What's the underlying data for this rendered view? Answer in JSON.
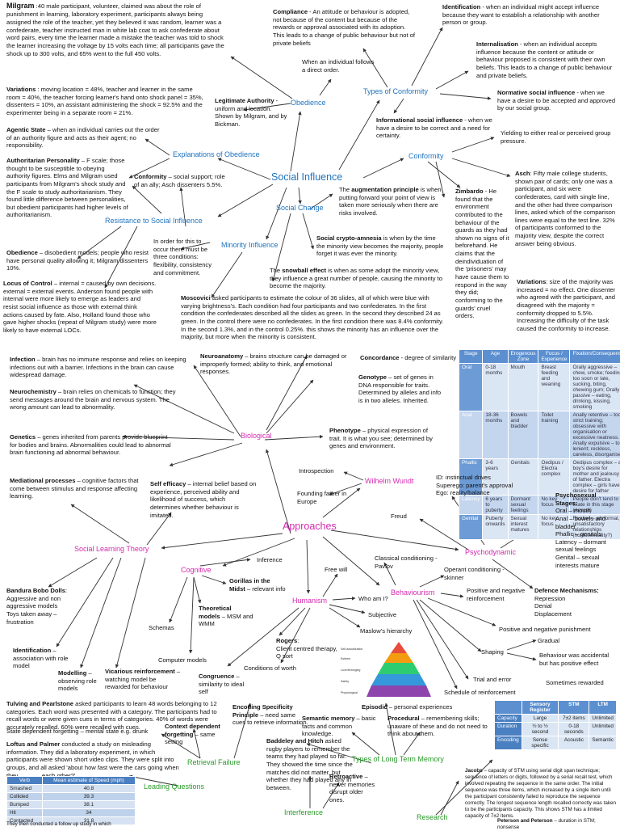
{
  "hubs": {
    "social_influence": "Social Influence",
    "obedience": "Obedience",
    "types_of_conformity": "Types of Conformity",
    "conformity": "Conformity",
    "explanations_of_obedience": "Explanations of Obedience",
    "resistance": "Resistance to Social Influence",
    "social_change": "Social Change",
    "minority_influence": "Minority Influence",
    "biological": "Biological",
    "wilhelm_wundt": "Wilhelm Wundt",
    "approaches": "Approaches",
    "social_learning_theory": "Social Learning Theory",
    "psychodynamic": "Psychodynamic",
    "cognitive": "Cognitive",
    "humanism": "Humanism",
    "behaviourism": "Behaviourism",
    "retrieval_failure": "Retrieval Failure",
    "leading_questions": "Leading Questions",
    "types_of_ltm": "Types of Long Term Memory",
    "interference": "Interference",
    "research": "Research"
  },
  "notes": {
    "milgram_title": "Milgram",
    "milgram_text": " :40 male participant, volunteer, claimed was about the role of punishment in learning, laboratory experiment, participants always being assigned the role of the teacher, yet they believed it was random, learner was a confederate, teacher instructed man in white lab coat to ask confederate about word pairs, every time the learner made a mistake the teacher was told to shock the learner increasing the voltage by 15 volts each time; all participants gave the shock up to 300 volts, and 65% went to the full 450 volts.",
    "compliance_title": "Compliance",
    "compliance_text": " - An attitude or behaviour is adopted, not because of the content but because of the rewards or approval associated with its adoption. This leads to a change of public behaviour but not of private beliefs",
    "identification_title": "Identification",
    "identification_text": " - when an individual might accept influence because they want to establish a relationship with another person or group.",
    "direct_order": "When an individual follows a direct order.",
    "internalisation_title": "Internalisation",
    "internalisation_text": " - when an individual accepts influence because the content or attitude or behaviour proposed is consistent with their own beliefs. This leads to a change of public behaviour and private beliefs.",
    "normative_title": "Normative social influence",
    "normative_text": " - when we have a desire to be accepted and approved by our social group.",
    "variations_title": "Variations",
    "variations_text": " : moving location = 48%, teacher and learner in the same room = 40%, the teacher forcing learner's hand onto shock panel = 35%, dissenters = 10%, an assistant administering the shock = 92.5% and the experimenter being in a separate room = 21%.",
    "legit_title": "Legitimate Authority",
    "legit_text": " - uniform and location. Shown by Milgram, and by Bickman.",
    "informational_title": "Informational social influence",
    "informational_text": " - when we have a desire to be correct and a need for certainty.",
    "agentic_title": "Agentic State",
    "agentic_text": " – when an individual carries out the order of an authority figure and acts as their agent; no responsibility.",
    "yielding": "Yielding to either real or perceived group pressure.",
    "authoritarian_title": "Authoritarian Personality",
    "authoritarian_text": " – F scale; those thought to be susceptible to obeying authority figures. Elms and Milgram used participants from Milgram's shock study and the F scale to study authoritarianism. They found little difference between personalities, but obedient participants had higher levels of authoritarianism.",
    "conf_social_title": "Conformity",
    "conf_social_text": " – social support; role of an ally; Asch dissenters 5.5%.",
    "asch_title": "Asch",
    "asch_text": ": Fifty male college students, shown pair of cards; only one was a participant, and six were confederates, card with single line, and the other had three comparison lines, asked which of the comparison lines were equal to the test line. 32% of participants conformed to the majority view, despite the correct answer being obvious.",
    "augmentation_pre": "The ",
    "augmentation_title": "augmentation principle",
    "augmentation_text": " is when putting forward your point of view is taken more seriously when there are risks involved.",
    "zimbardo_title": "Zimbardo",
    "zimbardo_text": " - He found that the environment contributed to the behaviour of the guards as they had shown no signs of it beforehand. He claims that the deindividuation of the 'prisoners' may have cause them to respond in the way they did; conforming to the guards' cruel orders.",
    "crypto_title": "Social crypto-amnesia",
    "crypto_text": " is when by the time the minority view becomes the majority, people forget it was ever the minority.",
    "obedience_title": "Obedience",
    "obedience_text": " – disobedient models; people who resist have personal quality allowing it; Milgram dissenters 10%.",
    "minority_conditions": "In order for this to occur there must be three conditions: flexibility, consistency and commitment.",
    "snowball_pre": "The ",
    "snowball_title": "snowball effect",
    "snowball_text": " is when as some adopt the minority view, they influence a great number of people, causing the minority to become the majority.",
    "asch_var_title": "Variations",
    "asch_var_text": ": size of the majority was increased = no effect. One dissenter who agreed with the participant, and disagreed with the majority = conformity dropped to 5.5%. Increasing the difficulty of the task caused the conformity to increase.",
    "locus_title": "Locus of Control",
    "locus_text": " – internal = caused by own decisions. external = external events. Anderson found people with internal were more likely to emerge as leaders and resist social influence as those with external think actions caused by fate. Also, Holland found those who gave higher shocks (repeat of Milgram study) were more likely to have external LOCs.",
    "moscovici_title": "Moscovici",
    "moscovici_text": " asked participants to estimate the colour of 36 slides, all of which were blue with varying brightness's. Each condition had four participants and two confederates. In the first condition the confederates described all the slides as green. In the second they described 24 as green. In the control there were no confederates. In the first condition there was 8.4% conformity. In the second 1.3%, and in the control 0.25%. this shows the minority has an influence over the majority, but more when the minority is consistent.",
    "infection_title": "Infection",
    "infection_text": " – brain has no immune response and relies on keeping infections out with a barrier. Infections in the brain can cause widespread damage.",
    "neuroanatomy_title": "Neuroanatomy",
    "neuroanatomy_text": " – brains structure can be damaged or improperly formed; ability to think, and emotional responses.",
    "concordance_title": "Concordance",
    "concordance_text": " - degree of similarity",
    "genotype_title": "Genotype",
    "genotype_text": " – set of genes in DNA responsible for traits. Determined by alleles and info is in two alleles. Inherited.",
    "neurochem_title": "Neurochemistry",
    "neurochem_text": " – brain relies on chemicals to function; they send messages around the brain and nervous system. The wrong amount can lead to abnormality.",
    "genetics_title": "Genetics",
    "genetics_text": " – genes inherited from parents provide blueprint for bodies and brains. Abnormalities could lead to abnormal brain functioning ad abnormal behaviour.",
    "phenotype_title": "Phenotype",
    "phenotype_text": " – physical expression of trait. It is what you see; determined by genes and environment.",
    "introspection": "Introspection",
    "founding_father": "Founding father in Europe",
    "psychodynamic_ids": "ID: instinctual drives\nSuperego: parent's approval\nEgo: reality/balance",
    "mediational_title": "Mediational processes",
    "mediational_text": " – cognitive factors that come between stimulus and response affecting learning.",
    "selfefficacy_title": "Self efficacy",
    "selfefficacy_text": " – internal belief based on experience, perceived ability and likelihood of success, which determines whether behaviour is imitated.",
    "psychosexual_title": "Psychosexual Stages:",
    "psychosexual_text": "Oral – mouth\nAnal – bowels and bladder\nPhallic – genitals\nLatency – dormant sexual feelings\nGenital – sexual interests mature",
    "freud": "Freud",
    "inference": "Inference",
    "classical": "Classical conditioning - Pavlov",
    "free_will": "Free will",
    "operant": "Operant conditioning - skinner",
    "gorillas_title": "Gorillas in the Midst",
    "gorillas_text": " – relevant info",
    "bobo_title": "Bandura Bobo Dolls",
    "bobo_text": ":\nAggressive and non aggressive models\nToys taken away – frustration",
    "who_am_i": "Who am I?",
    "pos_neg_reinf": "Positive and negative reinforcement",
    "defence_title": "Defence Mechanisms:",
    "defence_text": "Repression\nDenial\nDisplacement",
    "theoretical_title": "Theoretical models",
    "theoretical_text": " – MSM and WMM",
    "schemas": "Schemas",
    "subjective": "Subjective",
    "maslow": "Maslow's hierarchy",
    "pos_neg_pun": "Positive and negative punishment",
    "gradual": "Gradual",
    "rogers_title": "Rogers",
    "rogers_text": ":\nClient centred therapy, Q sort",
    "identification2_title": "Identification",
    "identification2_text": " – association with role model",
    "computer_models": "Computer models",
    "shaping": "Shaping",
    "accidental": "Behaviour was accidental but has positive effect",
    "conditions_worth": "Conditions of worth",
    "modelling_title": "Modelling",
    "modelling_text": " – observing role models",
    "vicarious_title": "Vicarious reinforcement",
    "vicarious_text": " – watching model be rewarded for behaviour",
    "congruence_title": "Congruence",
    "congruence_text": " – similarity to ideal self",
    "trial_error": "Trial and error",
    "sometimes_rewarded": "Sometimes rewarded",
    "schedule": "Schedule of reinforcement",
    "tulving_title": "Tulving and Pearlstone",
    "tulving_text": " asked participants to learn 48 words belonging to 12 categories. Each word was presented with a category. The participants had to recall words or were given cues in terms of categories. 40% of words were accurately recalled. 60% were recalled with cues.",
    "encoding_title": "Encoding Specificity Principle",
    "encoding_text": " – need same cues to retrieve information.",
    "episodic_title": "Episodic",
    "episodic_text": " – personal experiences",
    "semantic_title": "Semantic memory",
    "semantic_text": " – basic facts and common knowledge.",
    "procedural_title": "Procedural",
    "procedural_text": " – remembering skills; unaware of these and do not need to think about them.",
    "state_dependent": "State dependent forgetting – mental state e.g. drunk",
    "context_title": "Context dependent forgetting",
    "context_text": " – same setting",
    "loftus_title": "Loftus and Palmer",
    "loftus_text": " conducted a study on misleading information. They did a laboratory experiment, in which participants were shown short video clips. They were split into groups, and all asked 'about how fast were the cars going when they ______ each other?'.",
    "baddeley_title": "Baddeley and Hitch",
    "baddeley_text": " asked rugby players to remember the teams they had played so far. They showed the time since the matches did not matter, but whether they had played any in between.",
    "retroactive_title": "Retroactive",
    "retroactive_text": " – newer memories disrupt older ones.",
    "follow_up": "They then conducted a follow up study in which",
    "jacobs_title": "Jacobs",
    "jacobs_text": " – capacity of STM using serial digit span technique; sequence of letters or digits, followed by a serial recall test, which involved repeating the sequence in the same order. The initial sequence was three items, which increased by a single item until the participant consistently failed to reproduce the sequence correctly. The longest sequence length recalled correctly was taken to be the participants capacity. This shows STM has a limited capacity of 7±2 items.",
    "peterson_title": "Peterson and Peterson",
    "peterson_text": " – duration in STM; nonsense"
  },
  "pyramid_labels": [
    "Self-actualization",
    "Esteem",
    "Love/belonging",
    "Safety",
    "Physiological"
  ],
  "pyramid_colors": [
    "#e74c3c",
    "#f39c12",
    "#2ecc71",
    "#3498db",
    "#8e44ad"
  ],
  "development_table": {
    "headers": [
      "Stage",
      "Age",
      "Erogenous Zone",
      "Focus / Experience",
      "Fixation/Consequence"
    ],
    "rows": [
      [
        "Oral",
        "0-18 months",
        "Mouth",
        "Breast feeding and weaning",
        "Orally aggressive – chew, smoke; feeding too soon or late, sucking, biting, chewing gum; Orally passive – eating, drinking, kissing, smoking"
      ],
      [
        "Anal",
        "18-36 months",
        "Bowels and bladder",
        "Toilet training",
        "Anally retentive – too strict training; obsessive with organisation or excessive neatness. Anally expulsive – too lenient; reckless, careless, disorganised"
      ],
      [
        "Phallic",
        "3-6 years",
        "Genitals",
        "Oedipus / Electra complex",
        "Oedipus complex – a boy's desire for mother and jealousy of father. Electra complex – girls have desire for father"
      ],
      [
        "Latency",
        "6 years to puberty",
        "Dormant sexual feelings",
        "No key focus",
        "People don't tend to fixate in this stage (Amical)"
      ],
      [
        "Genital",
        "Puberty onwards",
        "Sexual interest matures",
        "No key focus",
        "Fixation – abnormal, unsatisfactory relationships (homosexuality?)"
      ]
    ]
  },
  "memory_table": {
    "headers": [
      "",
      "Sensory Register",
      "STM",
      "LTM"
    ],
    "rows": [
      [
        "Capacity",
        "Large",
        "7±2 items",
        "Unlimited"
      ],
      [
        "Duration",
        "½ to ½ second",
        "0-18 seconds",
        "Unlimited"
      ],
      [
        "Encoding",
        "Sense specific",
        "Acoustic",
        "Semantic"
      ]
    ]
  },
  "loftus_table": {
    "headers": [
      "Verb",
      "Mean estimate of Speed (mph)"
    ],
    "rows": [
      [
        "Smashed",
        "40.8"
      ],
      [
        "Collided",
        "39.3"
      ],
      [
        "Bumped",
        "38.1"
      ],
      [
        "Hit",
        "34"
      ],
      [
        "Contacted",
        "31.8"
      ]
    ]
  }
}
